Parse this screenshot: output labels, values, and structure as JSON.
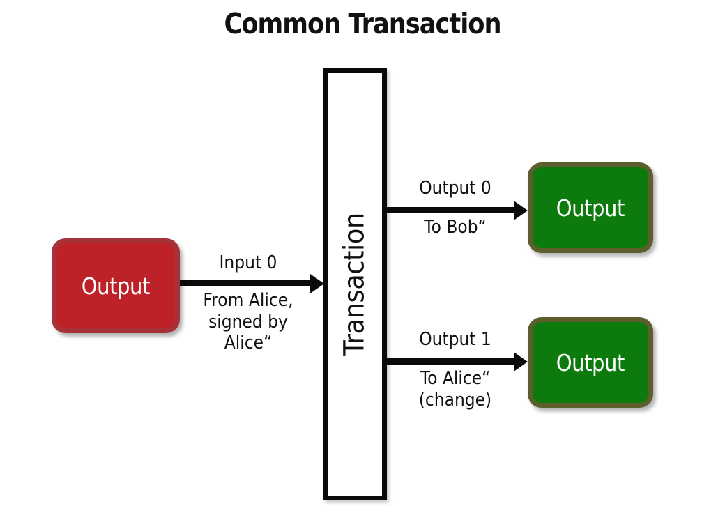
{
  "diagram": {
    "title": "Common Transaction",
    "nodes": {
      "input_source": {
        "label": "Output",
        "color": "#BE2229",
        "border_color": "#A63238"
      },
      "transaction": {
        "label": "Transaction",
        "fill": "#FFFFFF",
        "border_color": "#0A0A0A"
      },
      "output_bob": {
        "label": "Output",
        "color": "#0C7A0C",
        "border_color": "#5C5F2B"
      },
      "output_change": {
        "label": "Output",
        "color": "#0C7A0C",
        "border_color": "#5C5F2B"
      }
    },
    "edges": {
      "input0": {
        "above": "Input 0",
        "below": [
          " From Alice,",
          "signed by",
          "Alice“"
        ]
      },
      "output0": {
        "above": "Output 0",
        "below": [
          " To Bob“"
        ]
      },
      "output1": {
        "above": "Output 1",
        "below": [
          " To Alice“",
          "(change)"
        ]
      }
    }
  }
}
